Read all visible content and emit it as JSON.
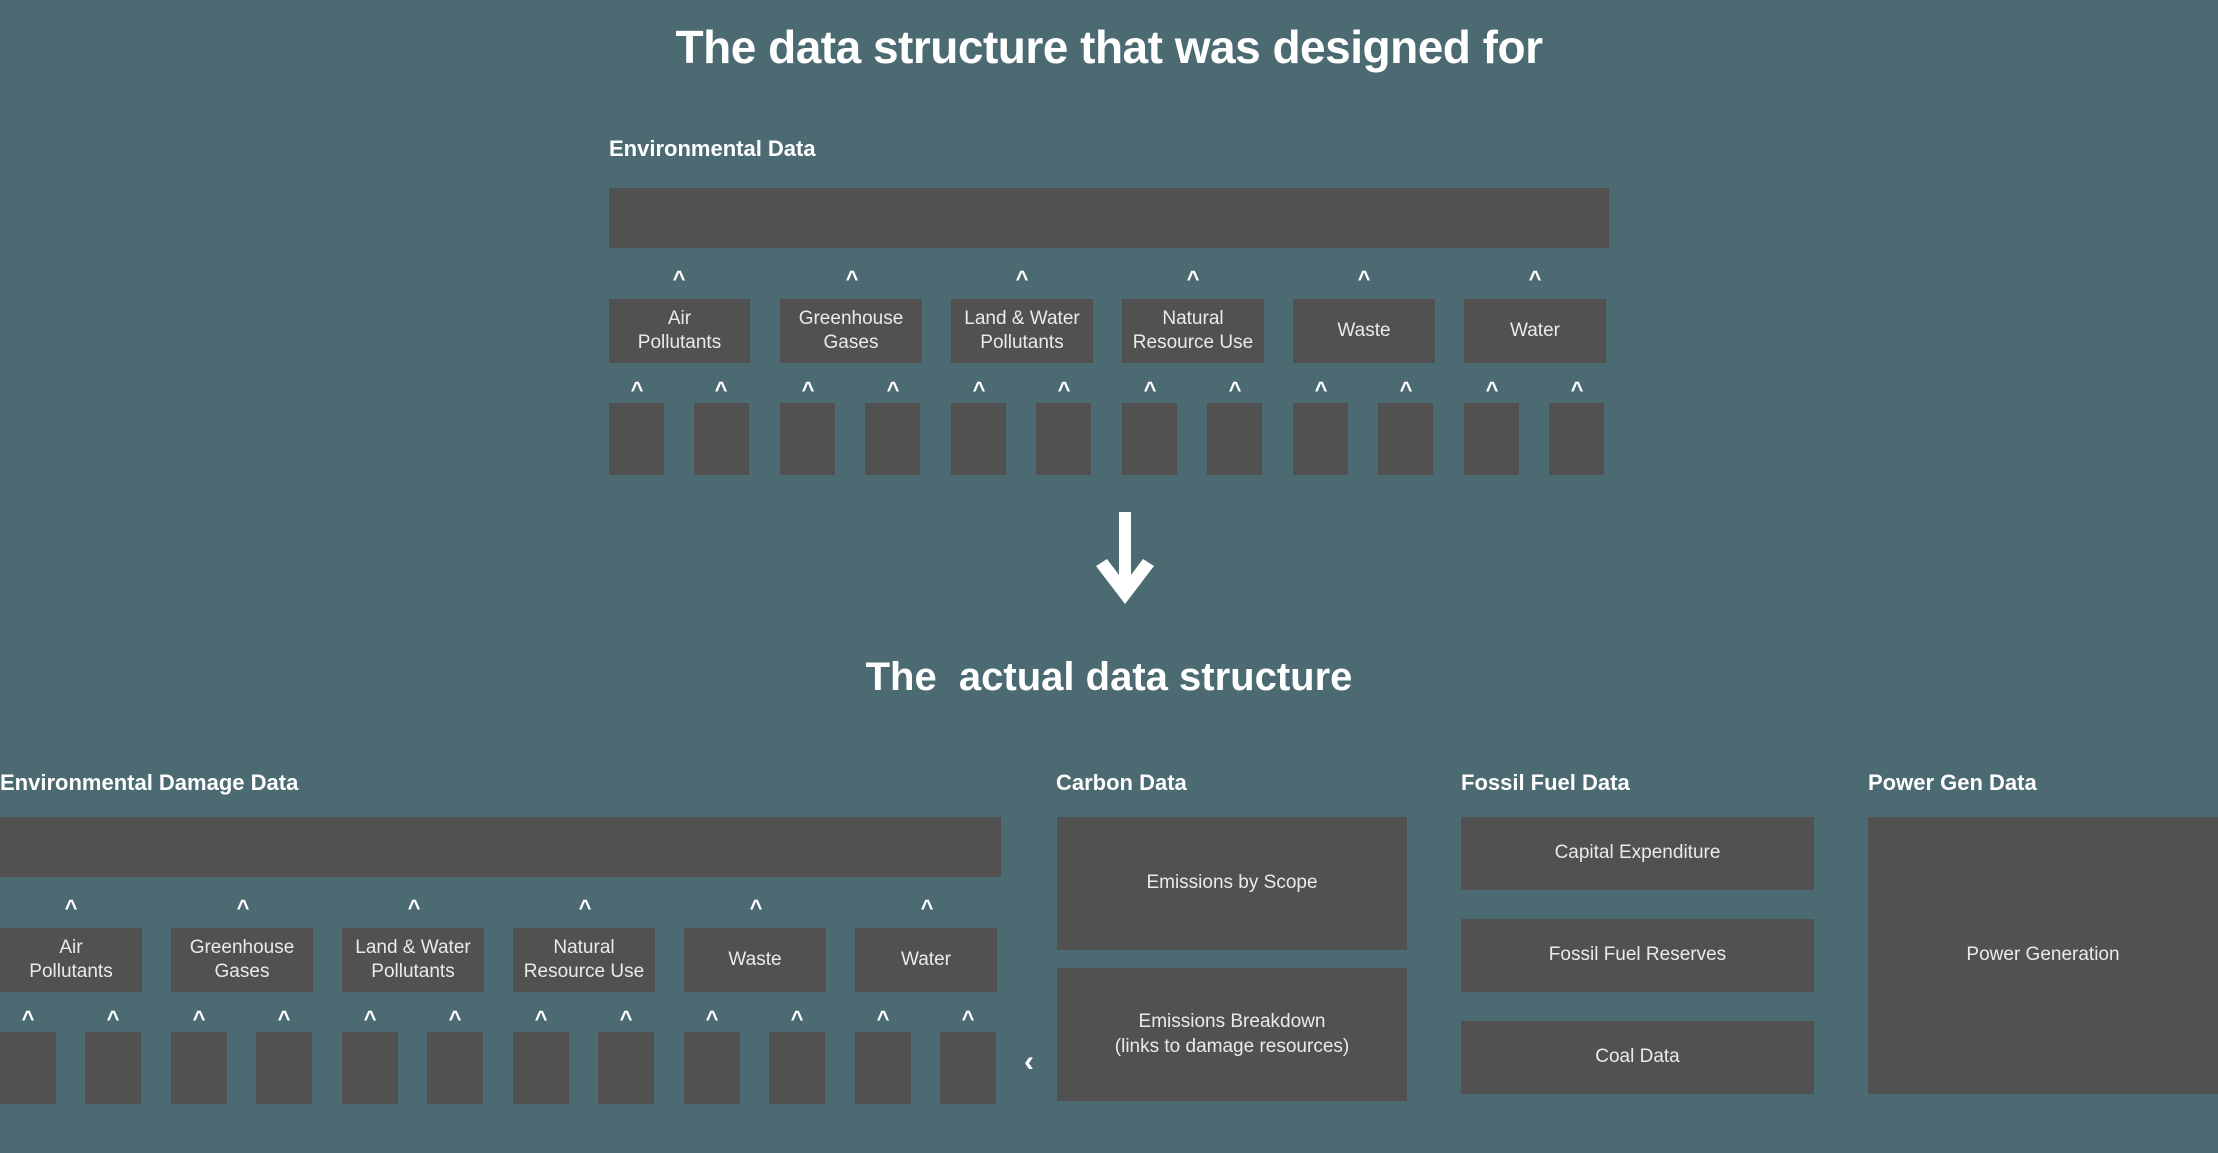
{
  "colors": {
    "background": "#4c6a72",
    "node_fill": "#515151",
    "text": "#ffffff",
    "node_text": "#e9eaea"
  },
  "headings": {
    "main_title": "The data structure that was designed for",
    "sub_title": "The  actual data structure"
  },
  "icons": {
    "connector_up": "^",
    "scroll_left": "‹",
    "down_arrow": "down-arrow-icon"
  },
  "designed_section": {
    "label": "Environmental Data",
    "root_label": "",
    "categories": [
      {
        "label": "Air\nPollutants",
        "children": [
          "",
          ""
        ]
      },
      {
        "label": "Greenhouse\nGases",
        "children": [
          "",
          ""
        ]
      },
      {
        "label": "Land & Water\nPollutants",
        "children": [
          "",
          ""
        ]
      },
      {
        "label": "Natural\nResource Use",
        "children": [
          "",
          ""
        ]
      },
      {
        "label": "Waste",
        "children": [
          "",
          ""
        ]
      },
      {
        "label": "Water",
        "children": [
          "",
          ""
        ]
      }
    ]
  },
  "actual_section": {
    "columns": [
      {
        "label": "Environmental Damage Data",
        "type": "tree",
        "root_label": "",
        "categories": [
          {
            "label": "Air\nPollutants",
            "children": [
              "",
              ""
            ]
          },
          {
            "label": "Greenhouse\nGases",
            "children": [
              "",
              ""
            ]
          },
          {
            "label": "Land & Water\nPollutants",
            "children": [
              "",
              ""
            ]
          },
          {
            "label": "Natural\nResource Use",
            "children": [
              "",
              ""
            ]
          },
          {
            "label": "Waste",
            "children": [
              "",
              ""
            ]
          },
          {
            "label": "Water",
            "children": [
              "",
              ""
            ]
          }
        ]
      },
      {
        "label": "Carbon Data",
        "type": "stack",
        "items": [
          "Emissions by Scope",
          "Emissions Breakdown\n(links to damage resources)"
        ]
      },
      {
        "label": "Fossil Fuel Data",
        "type": "stack",
        "items": [
          "Capital Expenditure",
          "Fossil Fuel Reserves",
          "Coal Data"
        ]
      },
      {
        "label": "Power Gen Data",
        "type": "stack",
        "items": [
          "Power Generation"
        ]
      }
    ]
  }
}
